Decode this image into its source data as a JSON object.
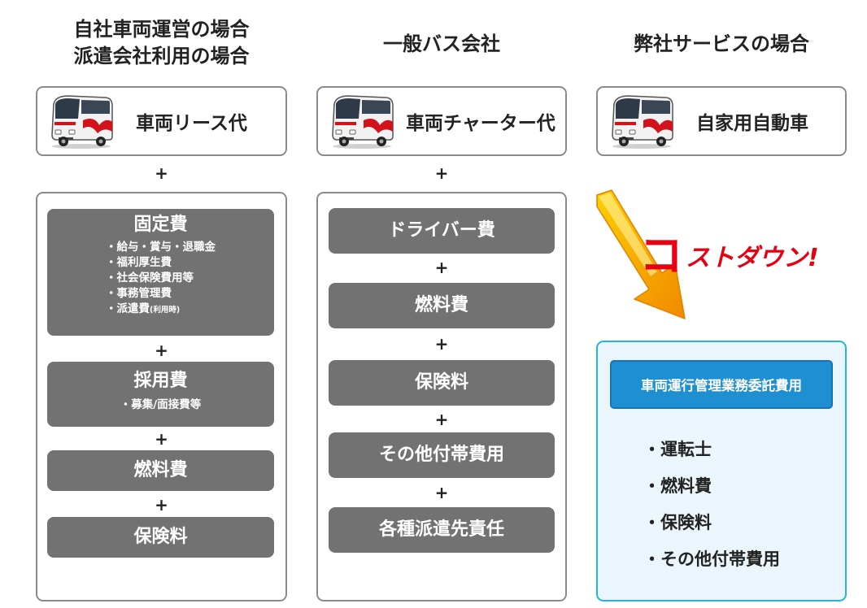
{
  "columns": [
    {
      "title_lines": [
        "自社車両運営の場合",
        "派遣会社利用の場合"
      ],
      "vehicle_label": "車両リース代",
      "plus": "+",
      "costs": [
        {
          "title": "固定費",
          "details": [
            "・給与・賞与・退職金",
            "・福利厚生費",
            "・社会保険費用等",
            "・事務管理費"
          ],
          "detail_last": "・派遣費",
          "detail_last_note": "(利用時)"
        },
        {
          "title": "採用費",
          "details": [
            "・募集/面接費等"
          ]
        },
        {
          "title": "燃料費"
        },
        {
          "title": "保険料"
        }
      ]
    },
    {
      "title_lines": [
        "一般バス会社"
      ],
      "vehicle_label": "車両チャーター代",
      "plus": "+",
      "costs": [
        {
          "title": "ドライバー費"
        },
        {
          "title": "燃料費"
        },
        {
          "title": "保険料"
        },
        {
          "title": "その他付帯費用"
        },
        {
          "title": "各種派遣先責任"
        }
      ]
    },
    {
      "title_lines": [
        "弊社サービスの場合"
      ],
      "vehicle_label": "自家用自動車",
      "cost_down_big": "コ",
      "cost_down_rest": "ストダウン!",
      "service_title": "車両運行管理業務委託費用",
      "service_items": [
        "・運転士",
        "・燃料費",
        "・保険料",
        "・その他付帯費用"
      ]
    }
  ],
  "icons": {
    "vehicle": "bus-icon",
    "arrow": "down-right-arrow-icon"
  },
  "colors": {
    "gray_box": "#727272",
    "border_gray": "#8a8a8a",
    "cost_down_red": "#e60012",
    "service_blue": "#1e8fd1",
    "light_blue_frame": "#23b5e0",
    "light_blue_fill": "#eaf6fb",
    "arrow_yellow": "#fdd000",
    "arrow_orange": "#f18a00"
  }
}
